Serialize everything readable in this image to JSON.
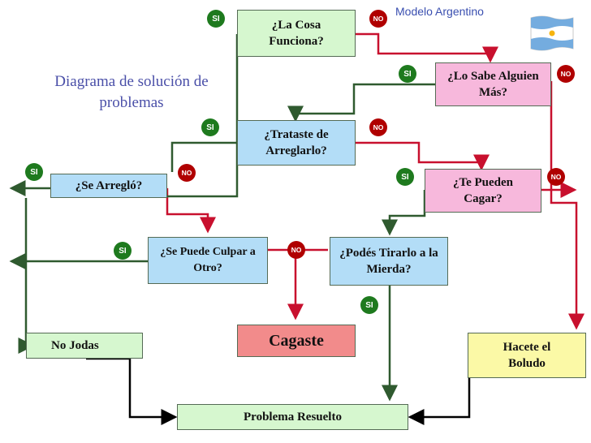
{
  "title": "Diagrama de solución de problemas",
  "subtitle": "Modelo Argentino",
  "colors": {
    "yes": "#1e7a1e",
    "no": "#b00000",
    "yes_line": "#2f5a2f",
    "no_line": "#c8102e"
  },
  "nodes": {
    "funciona": "¿La Cosa Funciona?",
    "sabe": "¿Lo Sabe Alguien Más?",
    "trataste": "¿Trataste de Arreglarlo?",
    "arreglo": "¿Se Arregló?",
    "cagar": "¿Te Pueden Cagar?",
    "culpar": "¿Se Puede Culpar a Otro?",
    "tirarlo": "¿Podés Tirarlo a la Mierda?",
    "cagaste": "Cagaste",
    "nojodas": "No Jodas",
    "boludo": "Hacete el Boludo",
    "resuelto": "Problema Resuelto"
  },
  "labels": {
    "yes": "SI",
    "no": "NO"
  },
  "flag_icon": "argentina-flag-icon"
}
